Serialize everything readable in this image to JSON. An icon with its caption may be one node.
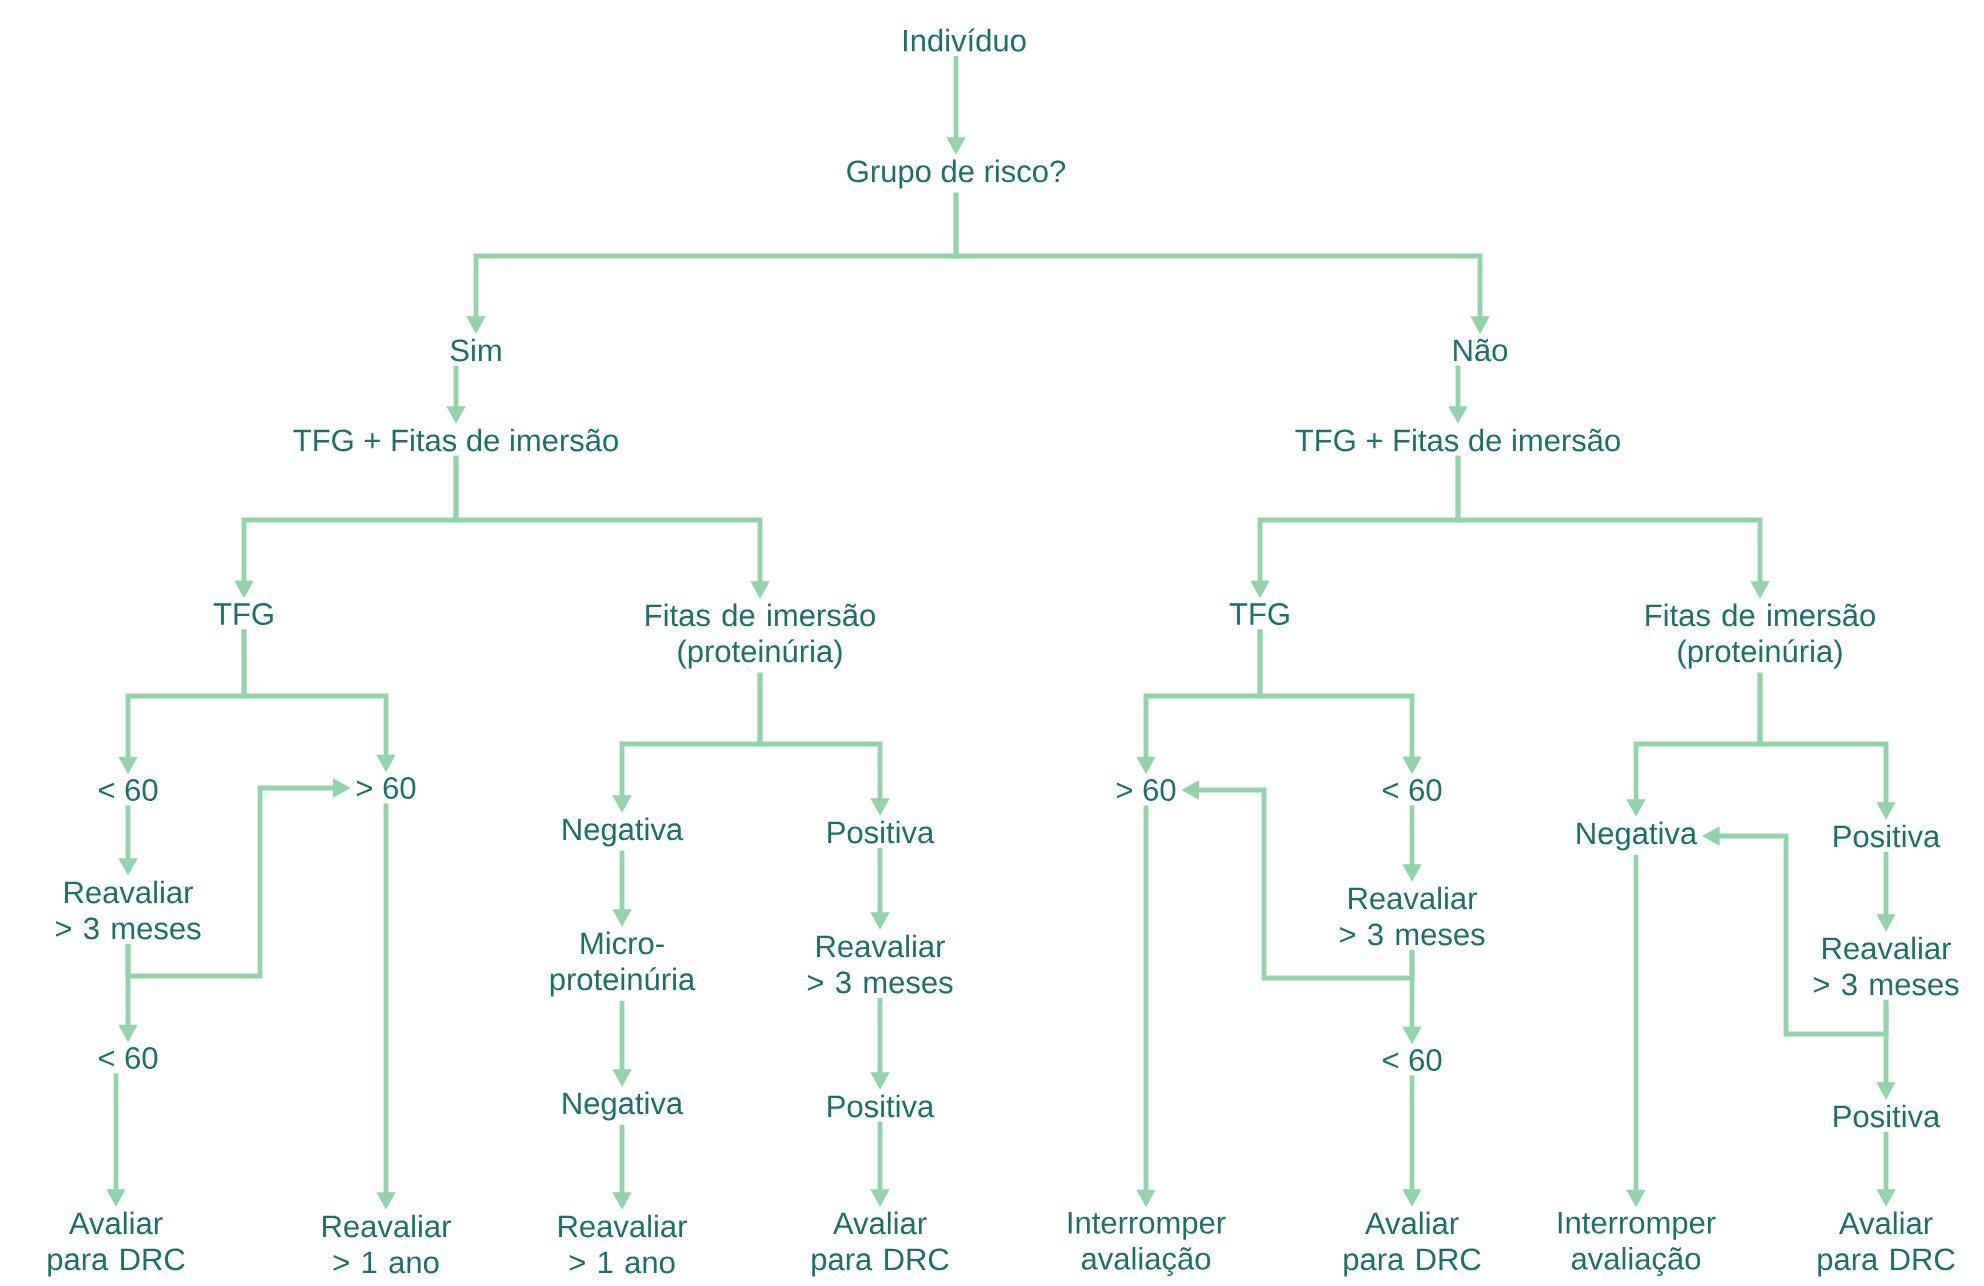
{
  "diagram": {
    "nodes": [
      {
        "text": [
          "Indivíduo"
        ]
      },
      {
        "text": [
          "Grupo de risco?"
        ]
      },
      {
        "text": [
          "Sim"
        ]
      },
      {
        "text": [
          "Não"
        ]
      },
      {
        "text": [
          "TFG + Fitas de imersão"
        ]
      },
      {
        "text": [
          "TFG + Fitas de imersão"
        ]
      },
      {
        "text": [
          "TFG"
        ]
      },
      {
        "text": [
          "Fitas de imersão (proteinúria)"
        ]
      },
      {
        "text": [
          "TFG"
        ]
      },
      {
        "text": [
          "Fitas de imersão (proteinúria)"
        ]
      },
      {
        "text": [
          "< 60"
        ]
      },
      {
        "text": [
          "> 60"
        ]
      },
      {
        "text": [
          "Reavaliar > 3 meses"
        ]
      },
      {
        "text": [
          "< 60"
        ]
      },
      {
        "text": [
          "Avaliar para DRC"
        ]
      },
      {
        "text": [
          "Reavaliar > 1 ano"
        ]
      },
      {
        "text": [
          "Negativa"
        ]
      },
      {
        "text": [
          "Positiva"
        ]
      },
      {
        "text": [
          "Micro-proteinúria"
        ]
      },
      {
        "text": [
          "Reavaliar > 3 meses"
        ]
      },
      {
        "text": [
          "Negativa"
        ]
      },
      {
        "text": [
          "Positiva"
        ]
      },
      {
        "text": [
          "Reavaliar > 1 ano"
        ]
      },
      {
        "text": [
          "Avaliar para DRC"
        ]
      },
      {
        "text": [
          "> 60"
        ]
      },
      {
        "text": [
          "< 60"
        ]
      },
      {
        "text": [
          "Reavaliar > 3 meses"
        ]
      },
      {
        "text": [
          "< 60"
        ]
      },
      {
        "text": [
          "Interromper avaliação"
        ]
      },
      {
        "text": [
          "Avaliar para DRC"
        ]
      },
      {
        "text": [
          "Negativa"
        ]
      },
      {
        "text": [
          "Positiva"
        ]
      },
      {
        "text": [
          "Reavaliar > 3 meses"
        ]
      },
      {
        "text": [
          "Positiva"
        ]
      },
      {
        "text": [
          "Interromper avaliação"
        ]
      },
      {
        "text": [
          "Avaliar para DRC"
        ]
      }
    ],
    "edges": [
      {
        "from": 0,
        "to": 1,
        "arrow": "to"
      },
      {
        "from": 1,
        "to": 2,
        "arrow": "to"
      },
      {
        "from": 1,
        "to": 3,
        "arrow": "to"
      },
      {
        "from": 2,
        "to": 4,
        "arrow": "to"
      },
      {
        "from": 3,
        "to": 5,
        "arrow": "to"
      },
      {
        "from": 4,
        "to": 6,
        "arrow": "to"
      },
      {
        "from": 4,
        "to": 7,
        "arrow": "to"
      },
      {
        "from": 5,
        "to": 8,
        "arrow": "to"
      },
      {
        "from": 5,
        "to": 9,
        "arrow": "to"
      },
      {
        "from": 6,
        "to": 10,
        "arrow": "to"
      },
      {
        "from": 6,
        "to": 11,
        "arrow": "to"
      },
      {
        "from": 10,
        "to": 12,
        "arrow": "to"
      },
      {
        "from": 12,
        "to": 13,
        "arrow": "to"
      },
      {
        "from": 12,
        "to": 11,
        "arrow": "to"
      },
      {
        "from": 13,
        "to": 14,
        "arrow": "to"
      },
      {
        "from": 11,
        "to": 15,
        "arrow": "to"
      },
      {
        "from": 7,
        "to": 16,
        "arrow": "to"
      },
      {
        "from": 7,
        "to": 17,
        "arrow": "to"
      },
      {
        "from": 16,
        "to": 18,
        "arrow": "to"
      },
      {
        "from": 18,
        "to": 20,
        "arrow": "to"
      },
      {
        "from": 20,
        "to": 22,
        "arrow": "to"
      },
      {
        "from": 17,
        "to": 19,
        "arrow": "to"
      },
      {
        "from": 19,
        "to": 21,
        "arrow": "to"
      },
      {
        "from": 21,
        "to": 23,
        "arrow": "to"
      },
      {
        "from": 8,
        "to": 24,
        "arrow": "to"
      },
      {
        "from": 8,
        "to": 25,
        "arrow": "to"
      },
      {
        "from": 25,
        "to": 26,
        "arrow": "to"
      },
      {
        "from": 26,
        "to": 27,
        "arrow": "to"
      },
      {
        "from": 26,
        "to": 24,
        "arrow": "to"
      },
      {
        "from": 27,
        "to": 29,
        "arrow": "to"
      },
      {
        "from": 24,
        "to": 28,
        "arrow": "to"
      },
      {
        "from": 9,
        "to": 30,
        "arrow": "to"
      },
      {
        "from": 9,
        "to": 31,
        "arrow": "to"
      },
      {
        "from": 31,
        "to": 32,
        "arrow": "to"
      },
      {
        "from": 32,
        "to": 33,
        "arrow": "to"
      },
      {
        "from": 32,
        "to": 30,
        "arrow": "to"
      },
      {
        "from": 33,
        "to": 35,
        "arrow": "to"
      },
      {
        "from": 30,
        "to": 34,
        "arrow": "to"
      }
    ]
  }
}
